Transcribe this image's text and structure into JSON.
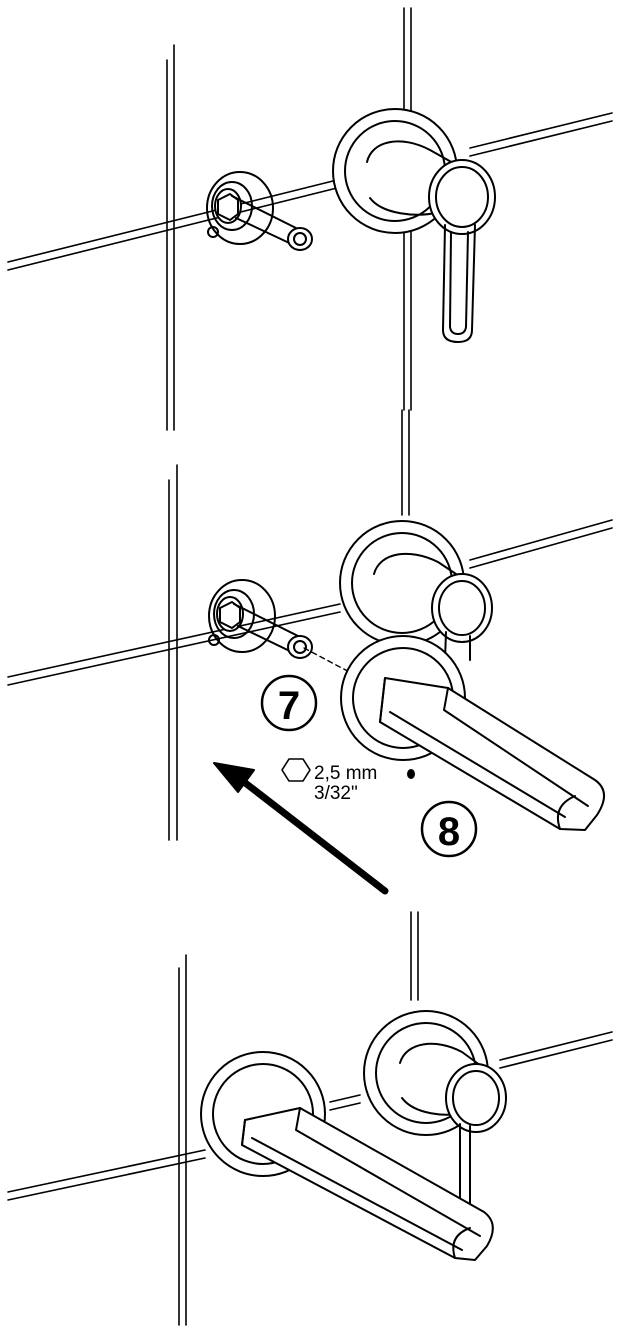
{
  "diagram": {
    "steps": [
      {
        "number": "7"
      },
      {
        "number": "8"
      }
    ],
    "hex_key_spec": {
      "icon": "hex-key-icon",
      "metric": "2,5 mm",
      "imperial": "3/32\""
    },
    "colors": {
      "line": "#000000",
      "background": "#ffffff"
    }
  }
}
